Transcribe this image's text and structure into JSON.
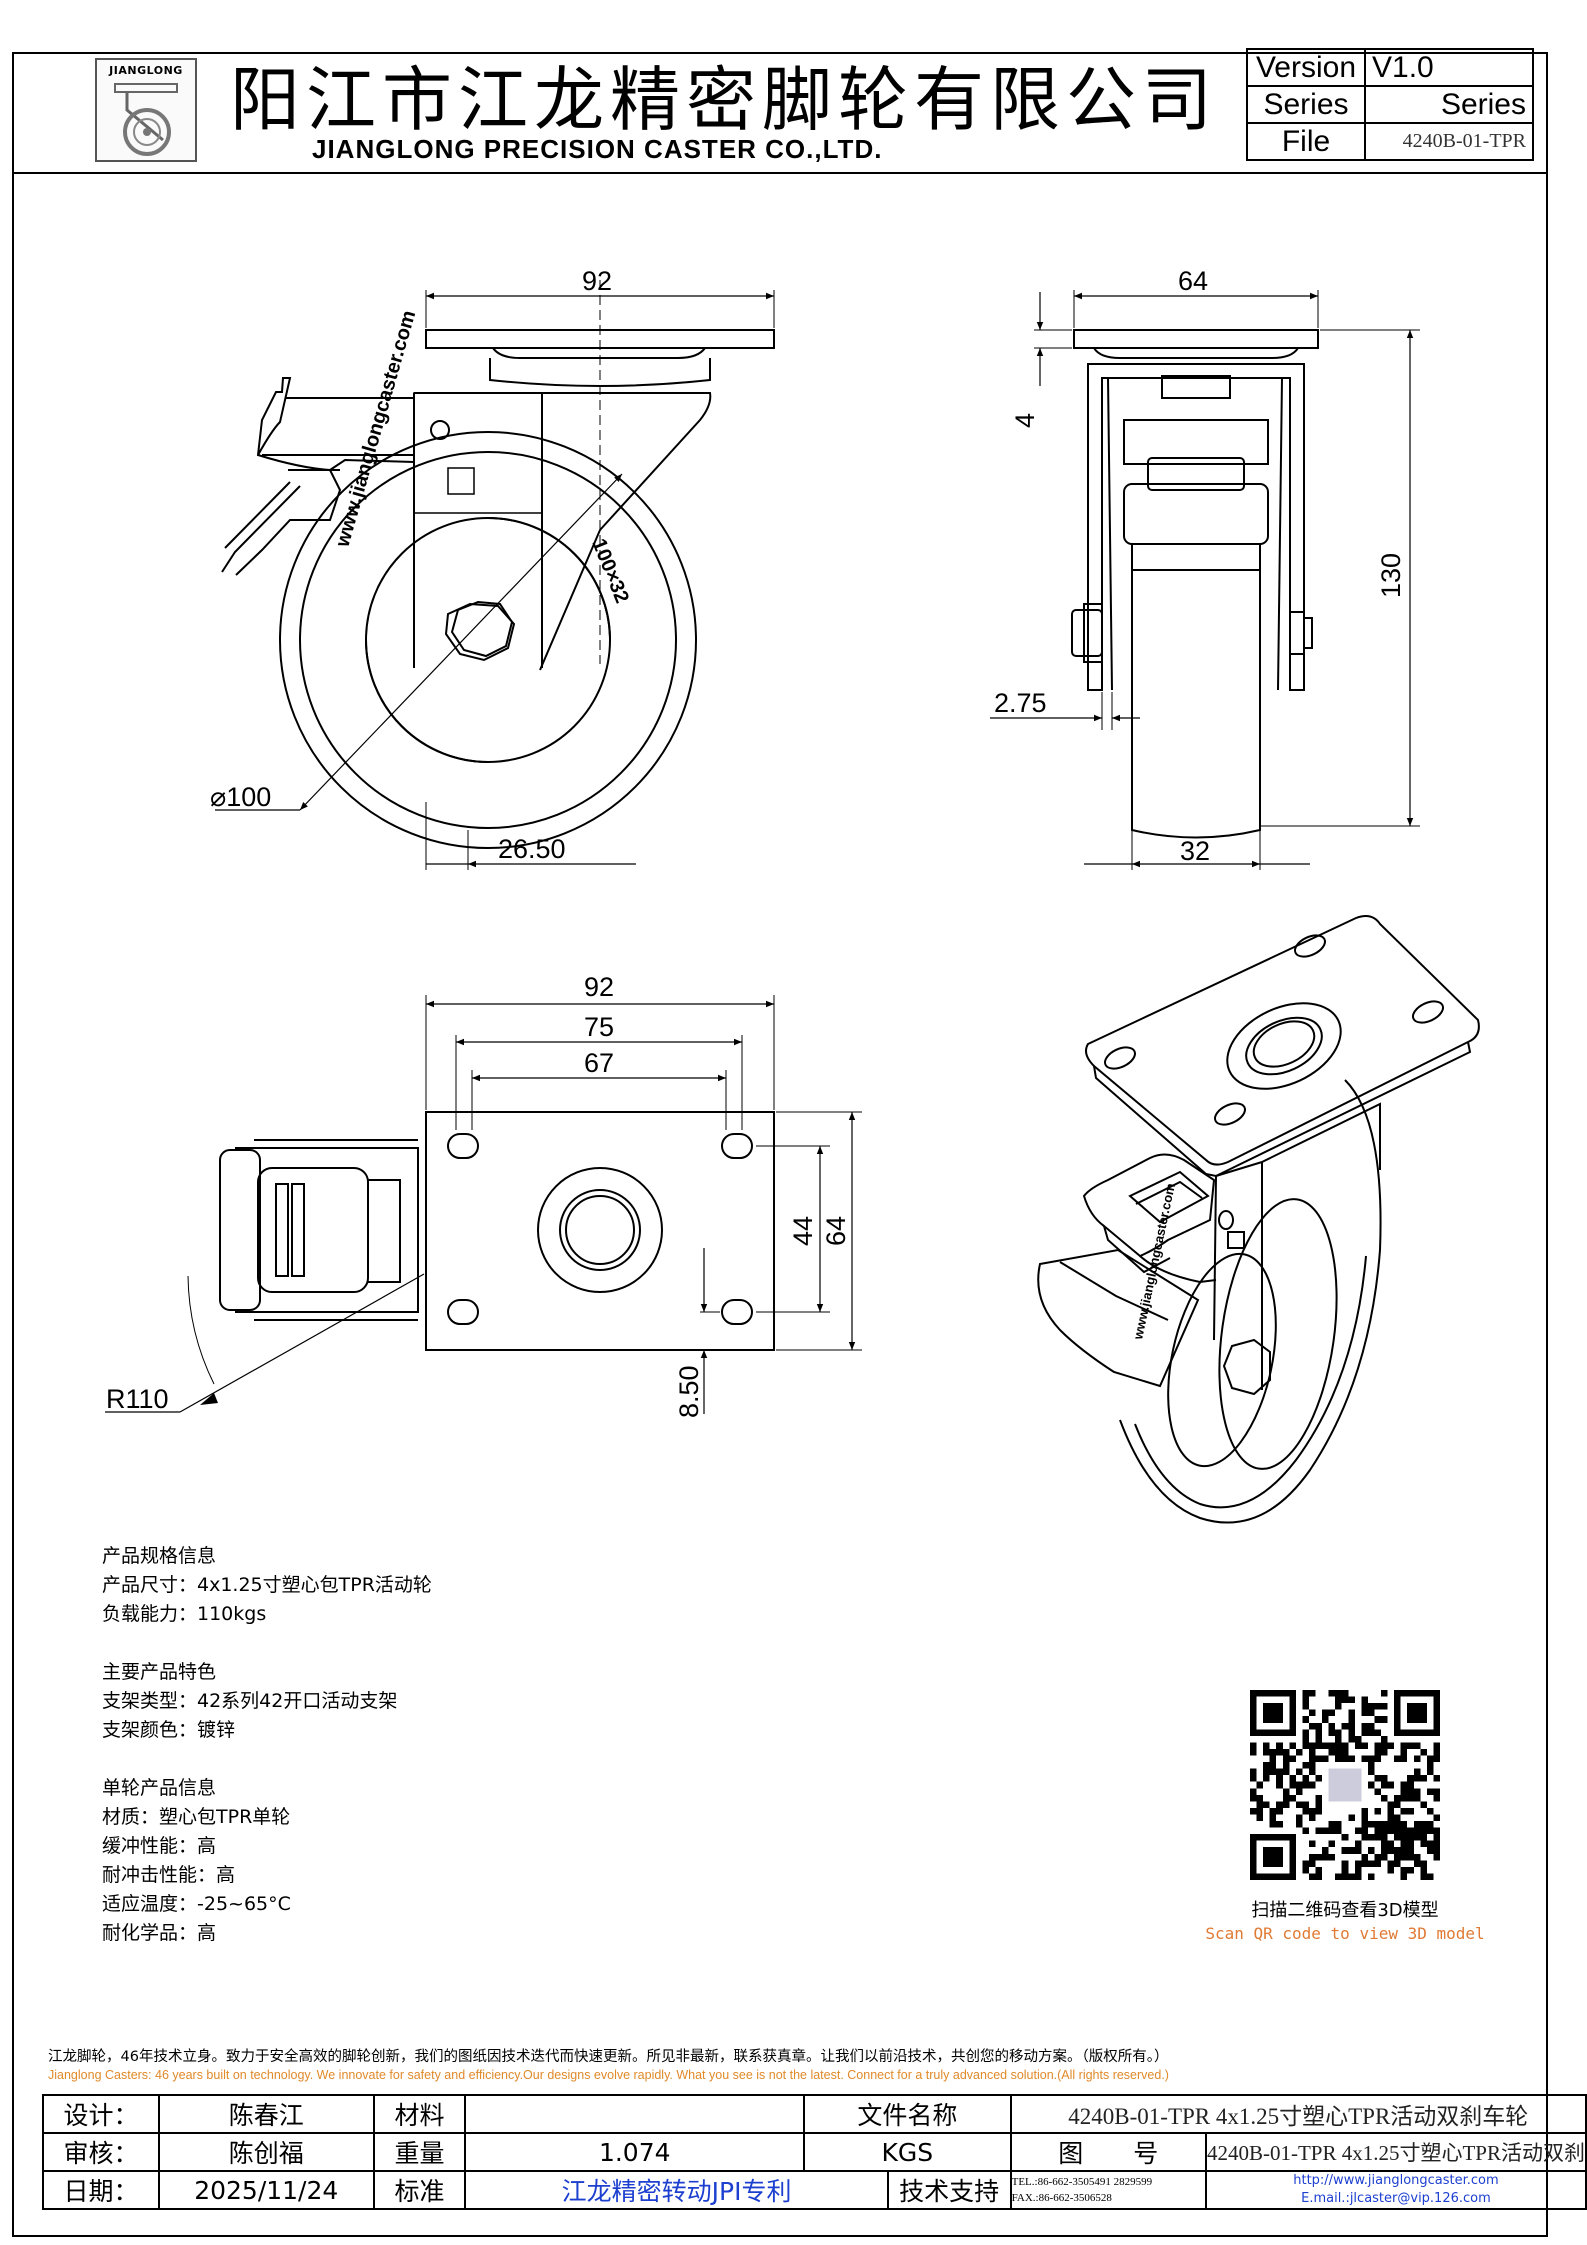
{
  "header": {
    "company_cn": "阳江市江龙精密脚轮有限公司",
    "company_en": "JIANGLONG PRECISION CASTER CO.,LTD.",
    "logo_text": "JIANGLONG",
    "version_label": "Version",
    "version_value": "V1.0",
    "series_label": "Series",
    "series_value": "Series",
    "file_label": "File",
    "file_value": "4240B-01-TPR"
  },
  "drawing": {
    "front_dims": {
      "top_width": "92",
      "diameter": "⌀100",
      "offset": "26.50",
      "tyre": "100×32",
      "wheel_text": "www.jianglongcaster.com"
    },
    "side_dims": {
      "top_width": "64",
      "plate": "4",
      "height": "130",
      "axle": "2.75",
      "wheel_width": "32"
    },
    "plan_dims": {
      "width": "92",
      "hole_span": "75",
      "hole_span_inner": "67",
      "depth": "64",
      "hole_depth": "44",
      "edge": "8.50",
      "radius": "R110"
    },
    "iso_wheel_text": "www.jianglongcaster.com"
  },
  "specs": {
    "section1_title": "产品规格信息",
    "size": "产品尺寸：4x1.25寸塑心包TPR活动轮",
    "load": "负载能力：110kgs",
    "section2_title": "主要产品特色",
    "bracket_type": "支架类型：42系列42开口活动支架",
    "bracket_color": "支架颜色：镀锌",
    "section3_title": "单轮产品信息",
    "material": "材质：塑心包TPR单轮",
    "cushion": "缓冲性能：高",
    "impact": "耐冲击性能：高",
    "temp": "适应温度：-25~65°C",
    "chemical": "耐化学品：高"
  },
  "qr": {
    "caption_cn": "扫描二维码查看3D模型",
    "caption_en": "Scan QR code to view 3D model"
  },
  "footer": {
    "note_cn": "江龙脚轮，46年技术立身。致力于安全高效的脚轮创新，我们的图纸因技术迭代而快速更新。所见非最新，联系获真章。让我们以前沿技术，共创您的移动方案。（版权所有。）",
    "note_en": "Jianglong Casters: 46 years built on technology. We innovate for safety and efficiency.Our designs evolve rapidly. What you see is not the latest. Connect for a truly advanced solution.(All rights reserved.)"
  },
  "title_block": {
    "designer_label": "设计：",
    "designer": "陈春江",
    "material_label": "材料",
    "material": "",
    "filename_label": "文件名称",
    "filename": "4240B-01-TPR 4x1.25寸塑心TPR活动双刹车轮",
    "reviewer_label": "审核：",
    "reviewer": "陈创福",
    "weight_label": "重量",
    "weight": "1.074",
    "weight_unit": "KGS",
    "drawing_no_label": "图　　号",
    "drawing_no": "4240B-01-TPR 4x1.25寸塑心TPR活动双刹",
    "date_label": "日期：",
    "date": "2025/11/24",
    "standard_label": "标准",
    "standard": "江龙精密转动JPI专利",
    "support_label": "技术支持",
    "tel": "TEL.:86-662-3505491 2829599",
    "fax": "FAX.:86-662-3506528",
    "website": "http://www.jianglongcaster.com",
    "email": "E.mail.:jlcaster@vip.126.com"
  },
  "colors": {
    "footer_en": "#e08a2a",
    "qr_en": "#e07a34",
    "blue": "#1c3fd0"
  }
}
